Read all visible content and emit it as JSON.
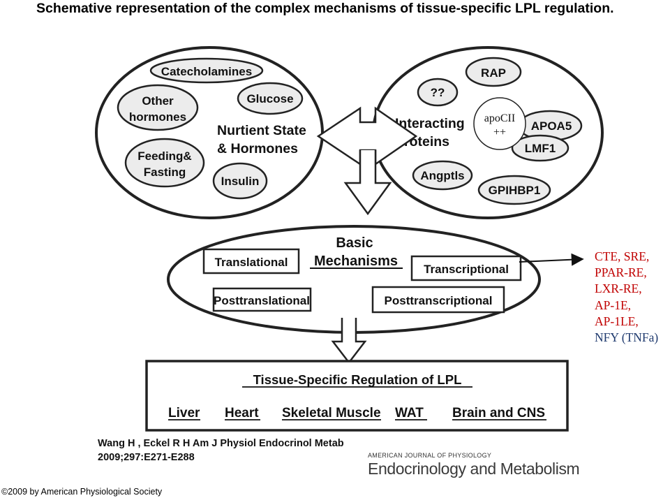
{
  "title": "Schemative representation of the complex mechanisms of tissue-specific LPL regulation.",
  "left_cluster": {
    "heading_line1": "Nurtient State",
    "heading_line2": "& Hormones",
    "items": {
      "catecholamines": "Catecholamines",
      "other_hormones_line1": "Other",
      "other_hormones_line2": "hormones",
      "glucose": "Glucose",
      "feeding_line1": "Feeding&",
      "feeding_line2": "Fasting",
      "insulin": "Insulin"
    }
  },
  "right_cluster": {
    "heading_line1": "Interacting",
    "heading_line2": "Proteins",
    "items": {
      "unknown": "??",
      "rap": "RAP",
      "apoa5": "APOA5",
      "lmf1": "LMF1",
      "angptls": "Angptls",
      "gpihbp1": "GPIHBP1"
    },
    "apocii_line1": "apoCII",
    "apocii_line2": "++"
  },
  "basic_mechanisms": {
    "heading_line1": "Basic",
    "heading_line2": "Mechanisms",
    "translational": "Translational",
    "transcriptional": "Transcriptional",
    "posttranslational": "Posttranslational",
    "posttranscriptional": "Posttranscriptional"
  },
  "response_elements": [
    "CTE, SRE,",
    "PPAR-RE,",
    "LXR-RE,",
    "AP-1E,",
    "AP-1LE,",
    "NFY (TNFa)"
  ],
  "tissue_regulation": {
    "heading": "Tissue-Specific Regulation of LPL",
    "tissues": {
      "liver": "Liver",
      "heart": "Heart",
      "skeletal_muscle": "Skeletal Muscle",
      "wat": "WAT",
      "brain": "Brain and CNS"
    }
  },
  "citation": {
    "line1": "Wang H , Eckel R H Am J Physiol Endocrinol Metab",
    "line2": "2009;297:E271-E288"
  },
  "journal_logo": {
    "small": "AMERICAN JOURNAL OF PHYSIOLOGY",
    "big": "Endocrinology and Metabolism"
  },
  "copyright": "©2009 by American Physiological Society",
  "colors": {
    "red_text": "#c00000",
    "navy_text": "#1f3a6e",
    "line": "#222222"
  }
}
